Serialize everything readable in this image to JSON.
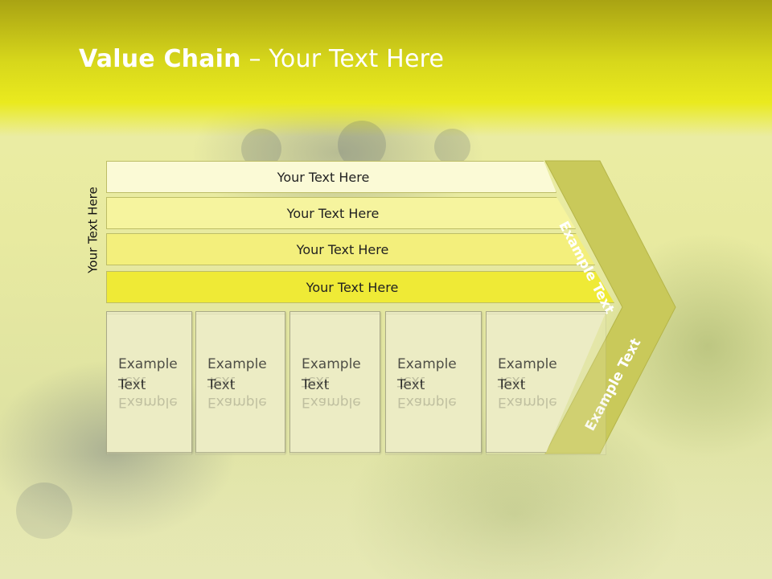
{
  "title": {
    "bold": "Value Chain",
    "rest": " – Your Text Here"
  },
  "side_label": "Your Text Here",
  "bands": [
    {
      "label": "Your Text Here",
      "color": "#fbfad6"
    },
    {
      "label": "Your Text Here",
      "color": "#f6f49e"
    },
    {
      "label": "Your Text Here",
      "color": "#f3ef7c"
    },
    {
      "label": "Your Text Here",
      "color": "#efea36"
    }
  ],
  "chevron": {
    "top_label": "Example Text",
    "bottom_label": "Example Text",
    "color": "#c9c95a"
  },
  "boxes": [
    {
      "line1": "Example",
      "line2": "Text"
    },
    {
      "line1": "Example",
      "line2": "Text"
    },
    {
      "line1": "Example",
      "line2": "Text"
    },
    {
      "line1": "Example",
      "line2": "Text"
    },
    {
      "line1": "Example",
      "line2": "Text"
    }
  ],
  "colors": {
    "header": "#d7d71b",
    "box": "#ececc4"
  }
}
